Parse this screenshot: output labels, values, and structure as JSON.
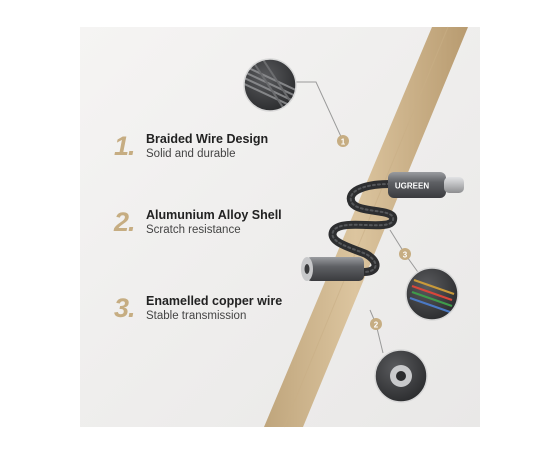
{
  "brand": "UGREEN",
  "colors": {
    "accent": "#c6ad82",
    "title": "#222222",
    "subtitle": "#444444",
    "panel": "#f2f1f0"
  },
  "features": [
    {
      "number": "1.",
      "title": "Braided Wire Design",
      "subtitle": "Solid and durable"
    },
    {
      "number": "2.",
      "title": "Alumunium Alloy Shell",
      "subtitle": "Scratch resistance"
    },
    {
      "number": "3.",
      "title": "Enamelled copper wire",
      "subtitle": "Stable transmission"
    }
  ],
  "callouts": [
    {
      "marker": "1",
      "target": "braided-wire-detail"
    },
    {
      "marker": "3",
      "target": "copper-wire-detail"
    },
    {
      "marker": "2",
      "target": "audio-jack-detail"
    }
  ]
}
